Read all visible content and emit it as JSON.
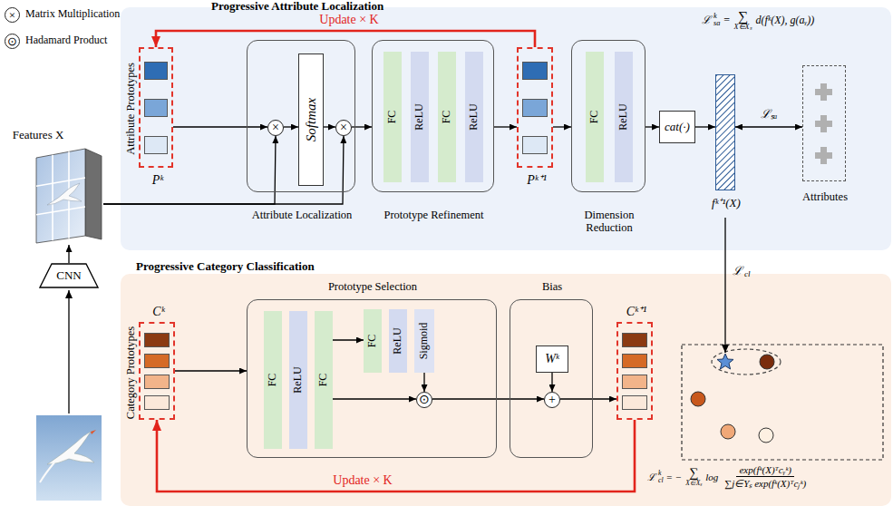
{
  "diagram": {
    "nodes": [
      {
        "text": [
          "Progressive Attribute Localization"
        ]
      },
      {
        "text": [
          "Attribute Prototypes",
          "Pᵏ"
        ],
        "in": 0
      },
      {
        "text": [
          "Attribute Localization"
        ],
        "in": 0
      },
      {
        "text": [
          "×"
        ],
        "in": 2
      },
      {
        "text": [
          "Softmax"
        ],
        "in": 2
      },
      {
        "text": [
          "×"
        ],
        "in": 2
      },
      {
        "text": [
          "Prototype Refinement"
        ],
        "in": 0
      },
      {
        "text": [
          "FC"
        ],
        "in": 6
      },
      {
        "text": [
          "ReLU"
        ],
        "in": 6
      },
      {
        "text": [
          "FC"
        ],
        "in": 6
      },
      {
        "text": [
          "ReLU"
        ],
        "in": 6
      },
      {
        "text": [
          "Pᵏ⁺¹"
        ],
        "in": 0
      },
      {
        "text": [
          "Dimension Reduction"
        ],
        "in": 0
      },
      {
        "text": [
          "FC"
        ],
        "in": 12
      },
      {
        "text": [
          "ReLU"
        ],
        "in": 12
      },
      {
        "text": [
          "cat(·)"
        ],
        "in": 0
      },
      {
        "text": [
          "fᵏ⁺¹(X)"
        ],
        "in": 0
      },
      {
        "text": [
          "Attributes"
        ],
        "in": 0
      },
      {
        "text": [
          "Features X"
        ]
      },
      {
        "text": [
          "CNN"
        ]
      },
      {
        "text": [
          "Progressive Category Classification"
        ]
      },
      {
        "text": [
          "Category Prototypes",
          "Cᵏ"
        ],
        "in": 20
      },
      {
        "text": [
          "Prototype Selection"
        ],
        "in": 20
      },
      {
        "text": [
          "FC"
        ],
        "in": 22
      },
      {
        "text": [
          "ReLU"
        ],
        "in": 22
      },
      {
        "text": [
          "FC"
        ],
        "in": 22
      },
      {
        "text": [
          "FC"
        ],
        "in": 22
      },
      {
        "text": [
          "ReLU"
        ],
        "in": 22
      },
      {
        "text": [
          "Sigmoid"
        ],
        "in": 22
      },
      {
        "text": [
          "⊙"
        ],
        "in": 22
      },
      {
        "text": [
          "Bias"
        ],
        "in": 20
      },
      {
        "text": [
          "Wᵏ"
        ],
        "in": 30
      },
      {
        "text": [
          "+"
        ],
        "in": 30
      },
      {
        "text": [
          "Cᵏ⁺¹"
        ],
        "in": 20
      }
    ],
    "edges": [
      {
        "from": 1,
        "to": 3,
        "arrow": "to"
      },
      {
        "from": 3,
        "to": 4,
        "arrow": "to"
      },
      {
        "from": 4,
        "to": 5,
        "arrow": "to"
      },
      {
        "from": 5,
        "to": 6,
        "arrow": "to"
      },
      {
        "from": 6,
        "to": 11,
        "arrow": "to"
      },
      {
        "from": 11,
        "to": 1,
        "arrow": "to",
        "label": "Update × K"
      },
      {
        "from": 11,
        "to": 12,
        "arrow": "to"
      },
      {
        "from": 12,
        "to": 15,
        "arrow": "to"
      },
      {
        "from": 15,
        "to": 16,
        "arrow": "to"
      },
      {
        "from": 16,
        "to": 17,
        "arrow": "both",
        "label": "ℒₛₐ"
      },
      {
        "from": 18,
        "to": 3,
        "arrow": "to"
      },
      {
        "from": 18,
        "to": 5,
        "arrow": "to"
      },
      {
        "from": 19,
        "to": 18,
        "arrow": "to"
      },
      {
        "from": 21,
        "to": 22,
        "arrow": "to"
      },
      {
        "from": 25,
        "to": 26,
        "arrow": "to"
      },
      {
        "from": 25,
        "to": 29,
        "arrow": "to"
      },
      {
        "from": 28,
        "to": 29,
        "arrow": "to"
      },
      {
        "from": 29,
        "to": 32,
        "arrow": "to"
      },
      {
        "from": 31,
        "to": 32,
        "arrow": "to"
      },
      {
        "from": 32,
        "to": 33,
        "arrow": "to"
      },
      {
        "from": 33,
        "to": 21,
        "arrow": "to",
        "label": "Update × K"
      }
    ],
    "labels": [
      "×",
      "⊙",
      "ℒ",
      "k",
      "sa",
      "=",
      "∑",
      "X∈Xₛ",
      "d(fᵏ(X), g(aᵧ))",
      "ℒ",
      "cl",
      "ℒ",
      "k",
      "cl",
      "= −",
      "∑",
      "X∈Xₛ",
      "log",
      "exp(fᵏ(X)ᵀcᵧᵏ)",
      "∑j∈Yₛ exp(fᵏ(X)ᵀcⱼᵏ)"
    ],
    "legend": [
      {
        "text": "Matrix Multiplication"
      },
      {
        "text": "Hadamard Product"
      }
    ]
  }
}
